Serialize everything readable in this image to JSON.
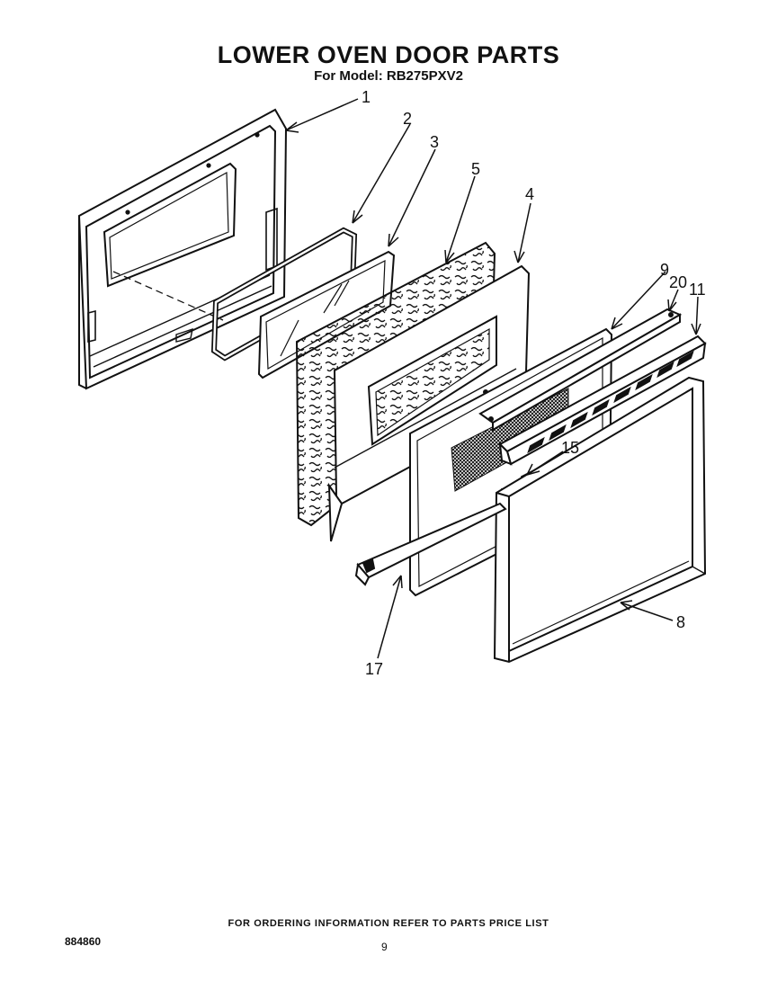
{
  "header": {
    "title": "LOWER OVEN DOOR PARTS",
    "model_line": "For Model: RB275PXV2"
  },
  "callouts": {
    "c1": "1",
    "c2": "2",
    "c3": "3",
    "c4": "4",
    "c5": "5",
    "c8": "8",
    "c9": "9",
    "c11": "11",
    "c15": "15",
    "c17": "17",
    "c20": "20"
  },
  "footer": {
    "ordering_note": "FOR ORDERING INFORMATION REFER TO PARTS PRICE LIST",
    "document_number": "884860",
    "page_number": "9"
  }
}
